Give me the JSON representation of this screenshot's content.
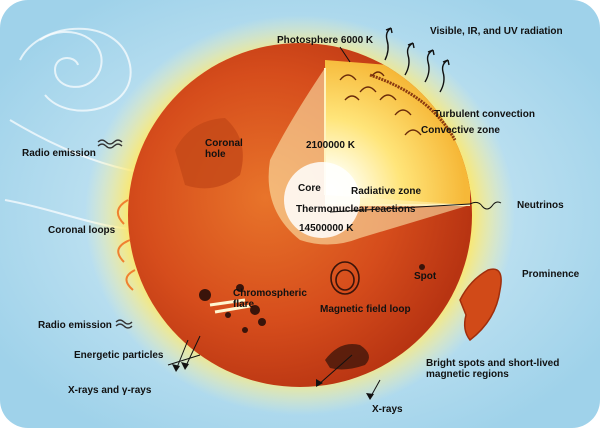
{
  "labels": {
    "photosphere": "Photosphere 6000 K",
    "visible_radiation": "Visible, IR, and UV radiation",
    "turbulent_convection": "Turbulent convection",
    "convective_zone": "Convective zone",
    "radio_emission_top": "Radio emission",
    "coronal_hole": "Coronal\nhole",
    "temp_2100000": "2100000 K",
    "core": "Core",
    "radiative_zone": "Radiative zone",
    "thermonuclear_reactions": "Thermonuclear reactions",
    "neutrinos": "Neutrinos",
    "temp_14500000": "14500000 K",
    "coronal_loops": "Coronal loops",
    "spot": "Spot",
    "prominence": "Prominence",
    "chromospheric_flare": "Chromospheric\nflare",
    "magnetic_field_loop": "Magnetic field loop",
    "radio_emission_bottom": "Radio emission",
    "energetic_particles": "Energetic particles",
    "bright_spots": "Bright spots and short-lived\nmagnetic regions",
    "x_rays_gamma": "X-rays and γ-rays",
    "x_rays": "X-rays"
  }
}
